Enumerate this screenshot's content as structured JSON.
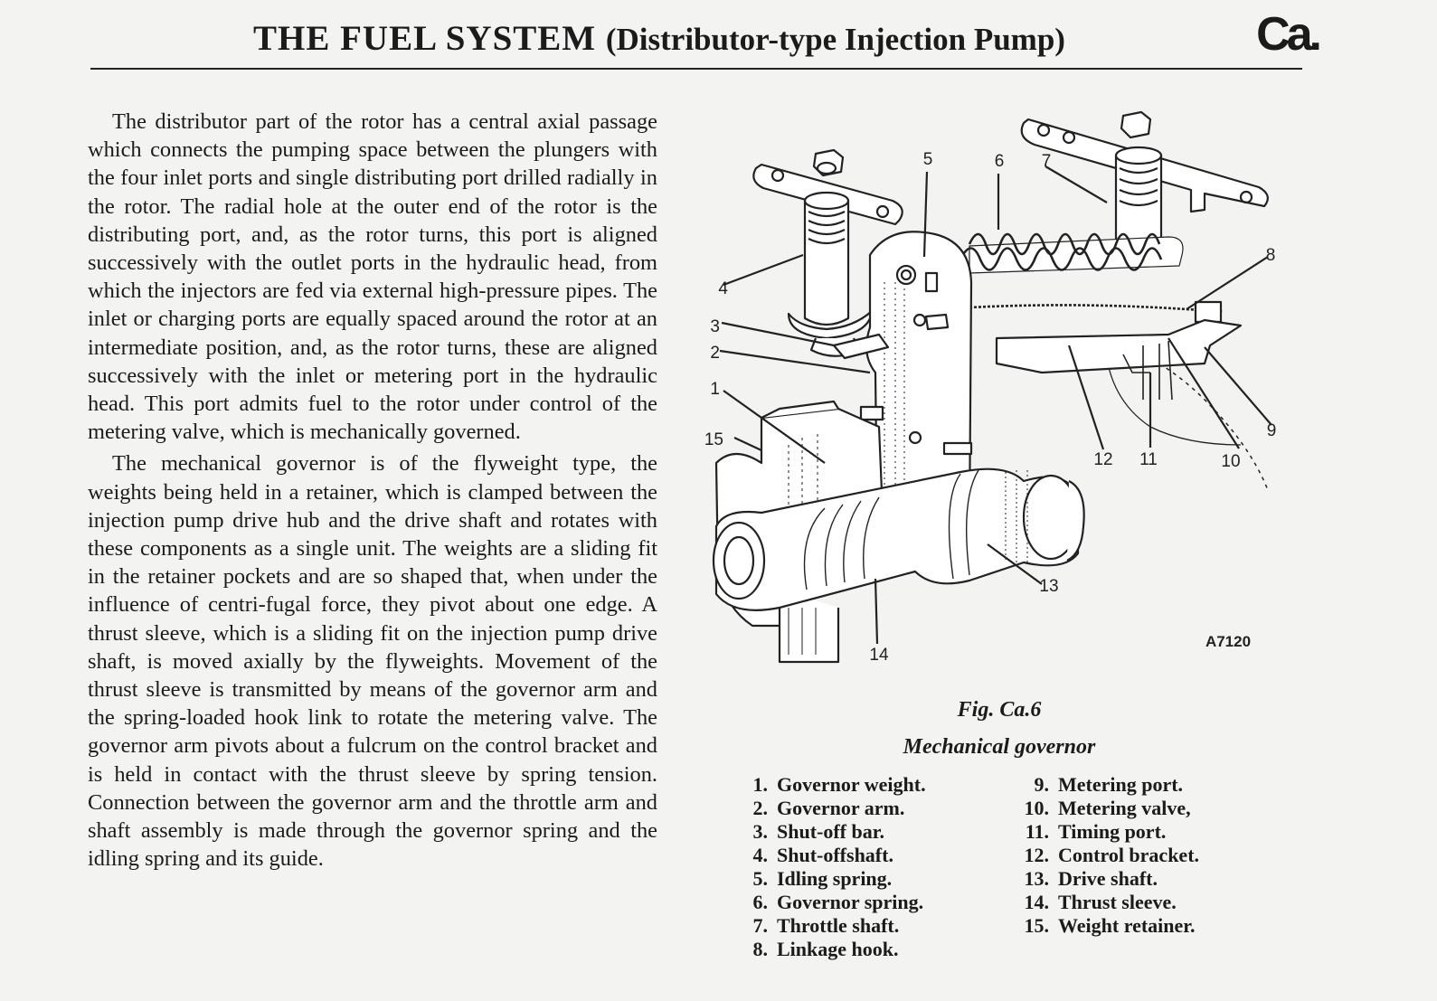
{
  "header": {
    "title_main": "THE FUEL SYSTEM",
    "title_sub": "(Distributor-type Injection Pump)",
    "section_code": "Ca."
  },
  "body": {
    "paragraphs": [
      "The distributor part of the rotor has a central axial passage which connects the pumping space between the plungers with the four inlet ports and single distributing port drilled radially in the rotor. The radial hole at the outer end of the rotor is the distributing port, and, as the rotor turns, this port is aligned successively with the outlet ports in the hydraulic head, from which the injectors are fed via external high-pressure pipes. The inlet or charging ports are equally spaced around the rotor at an intermediate position, and, as the rotor turns, these are aligned successively with the inlet or metering port in the hydraulic head. This port admits fuel to the rotor under control of the metering valve, which is mechanically governed.",
      "The mechanical governor is of the flyweight type, the weights being held in a retainer, which is clamped between the injection pump drive hub and the drive shaft and rotates with these components as a single unit. The weights are a sliding fit in the retainer pockets and are so shaped that, when under the influence of centri-fugal force, they pivot about one edge. A thrust sleeve, which is a sliding fit on the injection pump drive shaft, is moved axially by the flyweights. Movement of the thrust sleeve is transmitted by means of the governor arm and the spring-loaded hook link to rotate the metering valve. The governor arm pivots about a fulcrum on the control bracket and is held in contact with the thrust sleeve by spring tension. Connection between the governor arm and the throttle arm and shaft assembly is made through the governor spring and the idling spring and its guide."
    ]
  },
  "figure": {
    "number": "Fig. Ca.6",
    "title": "Mechanical governor",
    "drawing_code": "A7120",
    "callouts": [
      "1",
      "2",
      "3",
      "4",
      "5",
      "6",
      "7",
      "8",
      "9",
      "10",
      "11",
      "12",
      "13",
      "14",
      "15"
    ],
    "legend_left": [
      {
        "num": "1.",
        "label": "Governor weight."
      },
      {
        "num": "2.",
        "label": "Governor arm."
      },
      {
        "num": "3.",
        "label": "Shut-off bar."
      },
      {
        "num": "4.",
        "label": "Shut-offshaft."
      },
      {
        "num": "5.",
        "label": "Idling spring."
      },
      {
        "num": "6.",
        "label": "Governor spring."
      },
      {
        "num": "7.",
        "label": "Throttle shaft."
      },
      {
        "num": "8.",
        "label": "Linkage hook."
      }
    ],
    "legend_right": [
      {
        "num": "9.",
        "label": "Metering port."
      },
      {
        "num": "10.",
        "label": "Metering valve,"
      },
      {
        "num": "11.",
        "label": "Timing port."
      },
      {
        "num": "12.",
        "label": "Control bracket."
      },
      {
        "num": "13.",
        "label": "Drive shaft."
      },
      {
        "num": "14.",
        "label": "Thrust sleeve."
      },
      {
        "num": "15.",
        "label": "Weight retainer."
      }
    ]
  }
}
